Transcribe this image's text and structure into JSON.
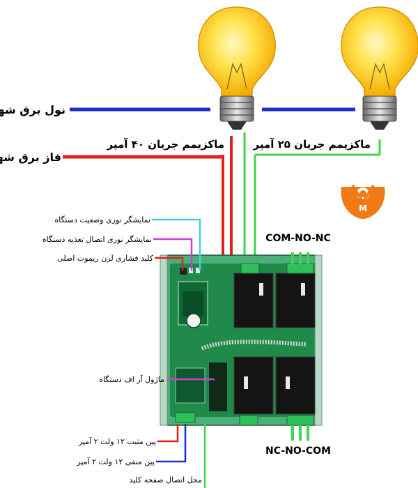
{
  "labels": {
    "neutral": "نول برق شهر",
    "phase": "فاز برق شهر",
    "max40": "ماکزیمم جریان ۴۰ آمپر",
    "max25": "ماکزیمم جریان ۲۵ آمپر",
    "status_led": "نمایشگر نوری وضعیت دستگاه",
    "power_led": "نمایشگر نوری اتصال تغذیه دستگاه",
    "learn_key": "کلید فشاری لرن ریموت اصلی",
    "rf_module": "ماژول آر اف دستگاه",
    "pos_pin": "پین مثبت ۱۲ ولت ۲ آمپر",
    "neg_pin": "پین منفی ۱۲ ولت ۲ آمپر",
    "keypad": "محل اتصال صفحه کلید",
    "com_no_nc": "COM-NO-NC",
    "nc_no_com": "NC-NO-COM"
  },
  "colors": {
    "neutral_wire": "#1a2fd0",
    "phase_wire": "#e0201c",
    "green_wire": "#3bd64a",
    "cyan_wire": "#3fd0e0",
    "magenta_wire": "#d23ad6",
    "board_green": "#1f8a4a",
    "relay_black": "#141414",
    "logo_orange": "#f07a18"
  }
}
